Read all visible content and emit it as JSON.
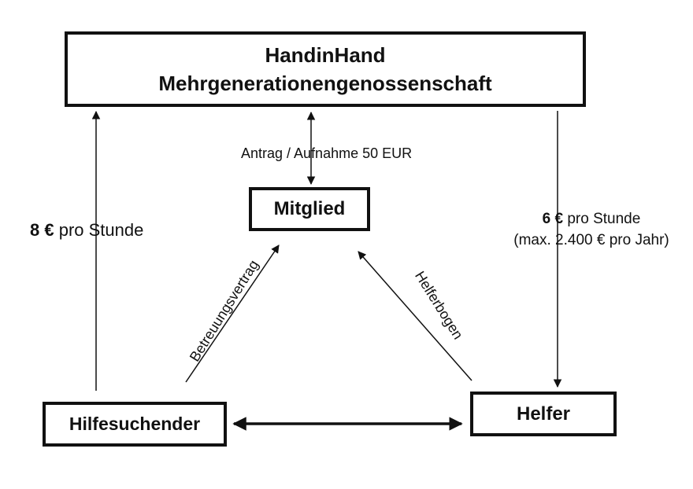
{
  "organization": {
    "name": "HandinHand",
    "subtitle": "Mehrgenerationengenossenschaft"
  },
  "nodes": {
    "member": "Mitglied",
    "seeker": "Hilfesuchender",
    "helper": "Helfer"
  },
  "edges": {
    "application": "Antrag / Aufnahme 50 EUR",
    "care_contract": "Betreuungsvertrag",
    "helper_form": "Helferbogen",
    "seeker_rate_amount": "8 €",
    "seeker_rate_unit": "pro Stunde",
    "helper_rate_amount": "6 €",
    "helper_rate_unit": "pro Stunde",
    "helper_rate_cap": "(max. 2.400 € pro Jahr)"
  }
}
